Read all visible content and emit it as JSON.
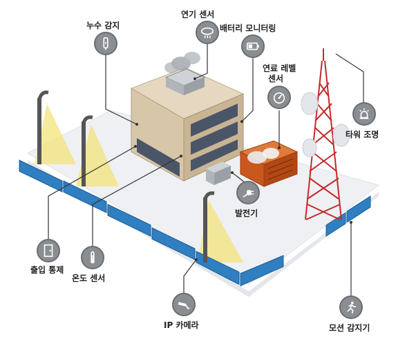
{
  "labels": {
    "leak_detection": "누수 감지",
    "smoke_sensor": "연기 센서",
    "battery_monitoring": "배터리 모니터링",
    "fuel_level_sensor_line1": "연료 레벨",
    "fuel_level_sensor_line2": "센서",
    "tower_lighting": "타워 조명",
    "generator": "발전기",
    "access_control": "출입 통제",
    "temperature_sensor": "온도 센서",
    "ip_camera": "IP 카메라",
    "motion_detector": "모션 감지기"
  },
  "icons": {
    "leak_detection": "water-leak-sensor-icon",
    "smoke_sensor": "smoke-detector-icon",
    "battery_monitoring": "battery-icon",
    "fuel_level_sensor": "fuel-gauge-icon",
    "tower_lighting": "beacon-light-icon",
    "generator": "power-plug-icon",
    "access_control": "door-icon",
    "temperature_sensor": "thermometer-icon",
    "ip_camera": "security-camera-icon",
    "motion_detector": "running-person-icon"
  },
  "colors": {
    "fence": "#2f7fc1",
    "ground": "#eef0f3",
    "building_roof": "#e6d8c0",
    "building_wall": "#c9b494",
    "generator": "#c9571e",
    "tower": "#c62828",
    "light_cone": "#f3e37a",
    "badge": "#8a8d91"
  }
}
